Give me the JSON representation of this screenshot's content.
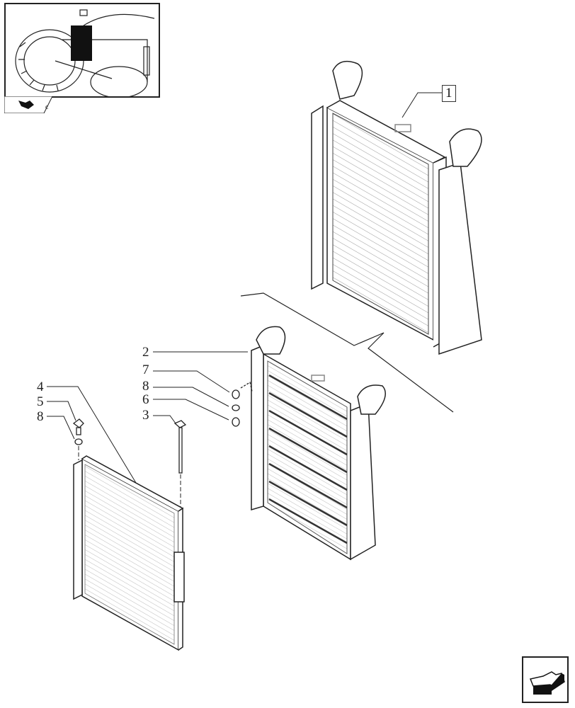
{
  "diagram": {
    "title": "Intercooler / radiator / condenser exploded parts view",
    "callouts": [
      {
        "id": "1",
        "label": "1",
        "boxed": true
      },
      {
        "id": "2",
        "label": "2"
      },
      {
        "id": "7",
        "label": "7"
      },
      {
        "id": "8a",
        "label": "8"
      },
      {
        "id": "6",
        "label": "6"
      },
      {
        "id": "3",
        "label": "3"
      },
      {
        "id": "4",
        "label": "4"
      },
      {
        "id": "5",
        "label": "5"
      },
      {
        "id": "8b",
        "label": "8"
      }
    ],
    "thumbnail": {
      "label": "tractor-location-thumbnail",
      "tab_icon": "direction-arrow-icon"
    },
    "nav": {
      "icon": "previous-page-arrow-icon"
    }
  },
  "colors": {
    "line": "#222222",
    "hatch": "#9a9a9a",
    "background": "#ffffff"
  }
}
